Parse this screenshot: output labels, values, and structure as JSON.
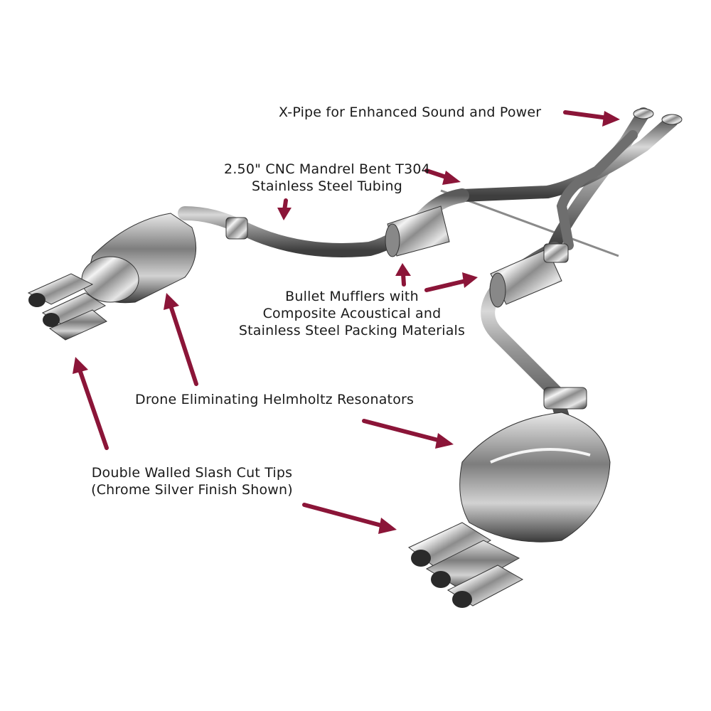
{
  "labels": {
    "xpipe": "X-Pipe for Enhanced Sound and Power",
    "tubing": [
      "2.50\" CNC Mandrel Bent T304",
      "Stainless Steel Tubing"
    ],
    "bullet": [
      "Bullet Mufflers with",
      "Composite Acoustical and",
      "Stainless Steel Packing Materials"
    ],
    "drone": "Drone Eliminating Helmholtz Resonators",
    "tips": [
      "Double Walled Slash Cut Tips",
      "(Chrome Silver Finish Shown)"
    ]
  },
  "colors": {
    "arrow": "#8b1538",
    "background": "#ffffff",
    "text": "#1a1a1a"
  },
  "icons": [
    "arrow-icon"
  ]
}
